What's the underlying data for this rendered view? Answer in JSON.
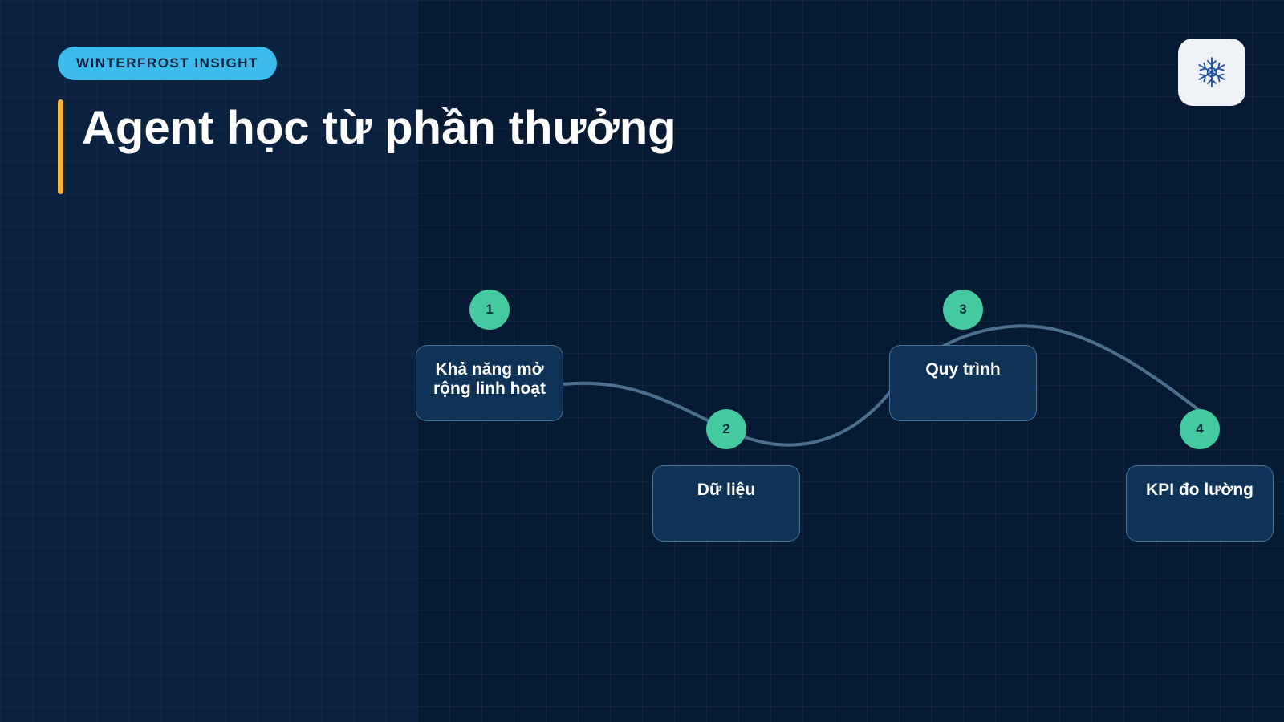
{
  "brand": {
    "label": "WINTERFROST INSIGHT",
    "logo_icon": "snowflake-icon"
  },
  "slide": {
    "title": "Agent học từ phần thưởng"
  },
  "steps": [
    {
      "number": "1",
      "label": "Khả năng mở rộng linh hoạt"
    },
    {
      "number": "2",
      "label": "Dữ liệu"
    },
    {
      "number": "3",
      "label": "Quy trình"
    },
    {
      "number": "4",
      "label": "KPI đo lường"
    }
  ],
  "colors": {
    "background": "#071a33",
    "brand_pill": "#3bbcec",
    "accent_bar": "#f5b13d",
    "step_badge": "#45c9a1",
    "card": "#0f3257",
    "connector": "#4d6e8d"
  }
}
